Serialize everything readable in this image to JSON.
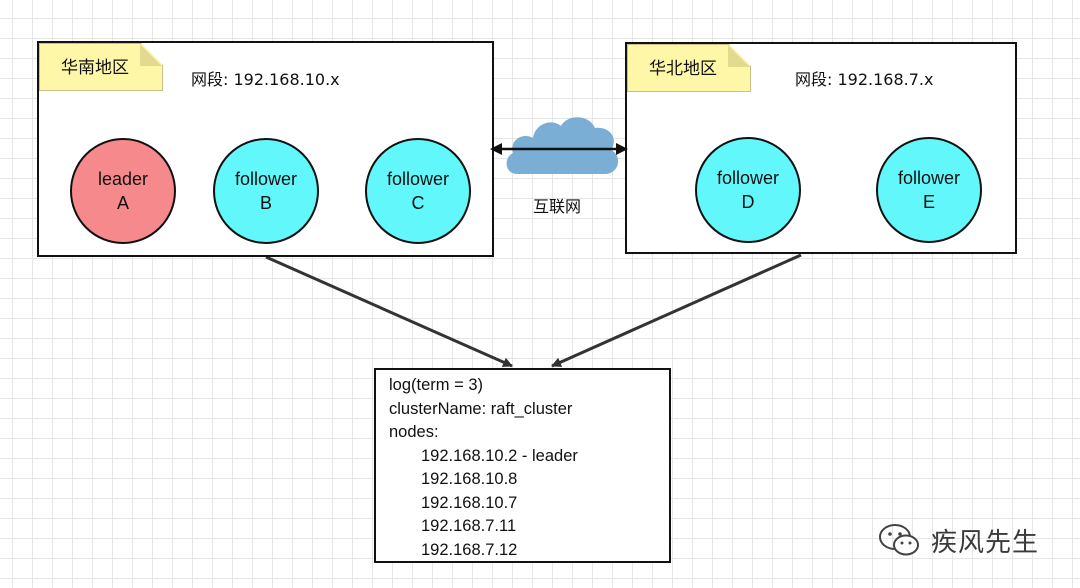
{
  "south_region": {
    "name": "华南地区",
    "segment": "网段: 192.168.10.x",
    "nodes": [
      {
        "role": "leader",
        "id": "A"
      },
      {
        "role": "follower",
        "id": "B"
      },
      {
        "role": "follower",
        "id": "C"
      }
    ]
  },
  "north_region": {
    "name": "华北地区",
    "segment": "网段: 192.168.7.x",
    "nodes": [
      {
        "role": "follower",
        "id": "D"
      },
      {
        "role": "follower",
        "id": "E"
      }
    ]
  },
  "internet": {
    "label": "互联网",
    "icon": "cloud-icon"
  },
  "log": {
    "header": "log(term = 3)",
    "cluster": "clusterName: raft_cluster",
    "nodes_label": "nodes:",
    "entries": [
      "192.168.10.2 - leader",
      "192.168.10.8",
      "192.168.10.7",
      "192.168.7.11",
      "192.168.7.12"
    ]
  },
  "watermark": {
    "text": "疾风先生",
    "icon": "wechat-icon"
  },
  "colors": {
    "leader": "#f6898c",
    "follower": "#61f7fb",
    "note": "#fff7a8",
    "cloud": "#7aaed4",
    "stroke": "#111111"
  }
}
